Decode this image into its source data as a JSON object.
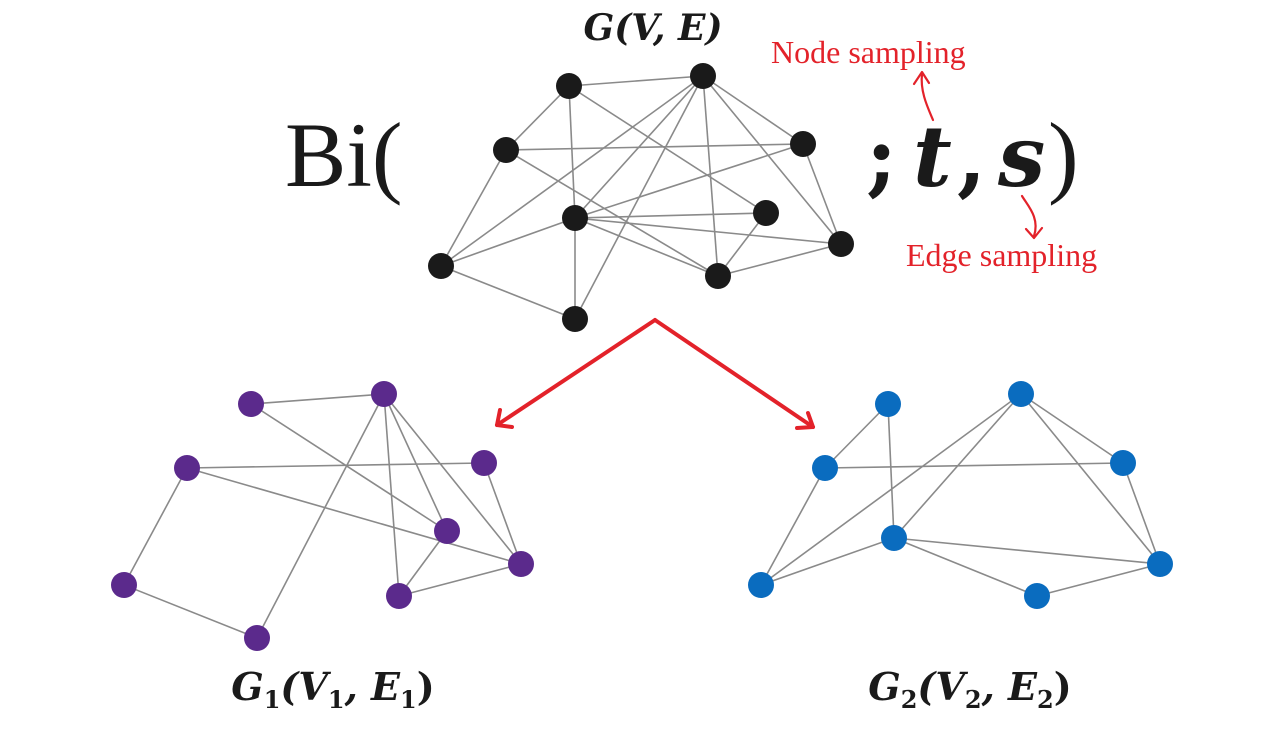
{
  "colors": {
    "graph_main": "#1a1a1a",
    "graph_g1": "#5b2a8c",
    "graph_g2": "#0a6cbf",
    "edge": "#8a8a8a",
    "accent_red": "#e3222a"
  },
  "formula": {
    "prefix": "Bi(",
    "separator": ";",
    "param_t": "t",
    "comma": ",",
    "param_s": "s",
    "close": ")"
  },
  "labels": {
    "graph_main": "G(V, E)",
    "graph_g1": {
      "base": "G",
      "sub": "1",
      "args_open": "(V",
      "args_sub1": "1",
      "args_mid": ", E",
      "args_sub2": "1",
      "args_close": ")"
    },
    "graph_g2": {
      "base": "G",
      "sub": "2",
      "args_open": "(V",
      "args_sub1": "2",
      "args_mid": ", E",
      "args_sub2": "2",
      "args_close": ")"
    },
    "node_sampling": "Node sampling",
    "edge_sampling": "Edge sampling"
  }
}
